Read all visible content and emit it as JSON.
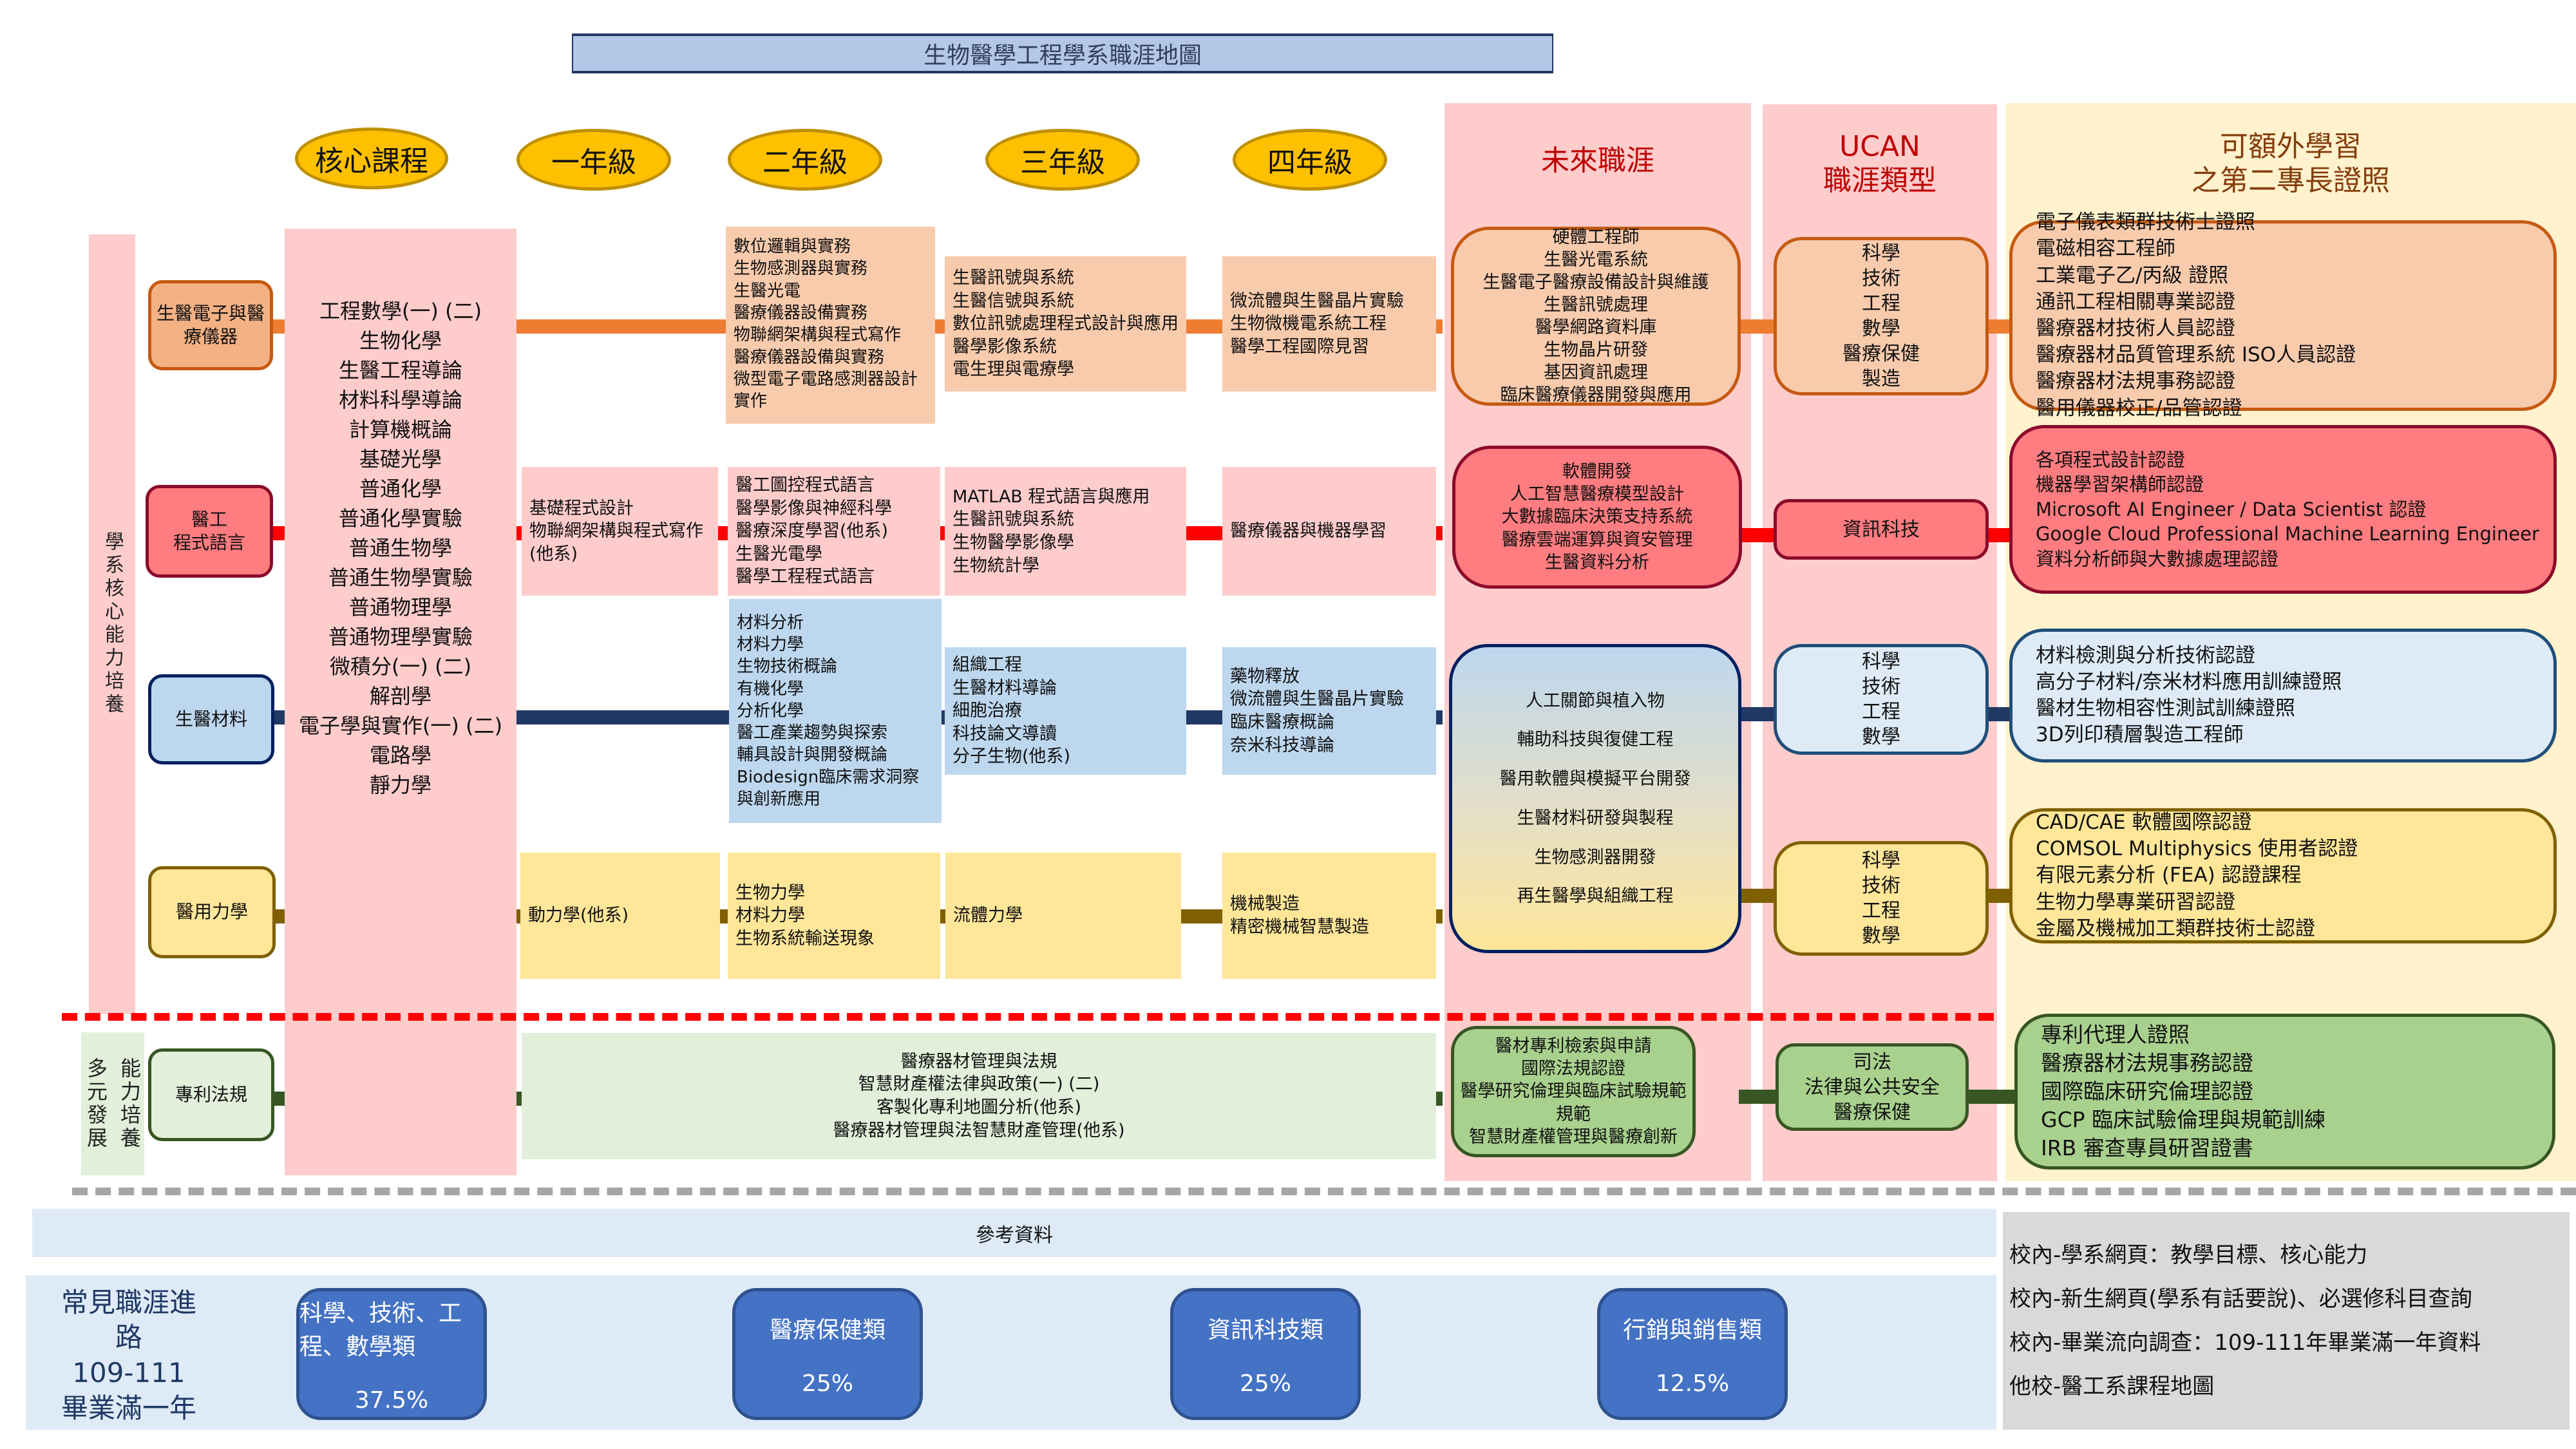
{
  "title": "生物醫學工程學系職涯地圖",
  "headers": {
    "core": "核心課程",
    "year1": "一年級",
    "year2": "二年級",
    "year3": "三年級",
    "year4": "四年級",
    "future_career": "未來職涯",
    "ucan_line1": "UCAN",
    "ucan_line2": "職涯類型",
    "cert_line1": "可額外學習",
    "cert_line2": "之第二專長證照"
  },
  "side_labels": {
    "core_ability": "學系核心能力培養",
    "diverse_col1": "多元發展",
    "diverse_col2": "能力培養"
  },
  "core_courses": [
    "工程數學(一) (二)",
    "生物化學",
    "生醫工程導論",
    "材料科學導論",
    "計算機概論",
    "基礎光學",
    "普通化學",
    "普通化學實驗",
    "普通生物學",
    "普通生物學實驗",
    "普通物理學",
    "普通物理學實驗",
    "微積分(一) (二)",
    "解剖學",
    "電子學與實作(一) (二)",
    "電路學",
    "靜力學"
  ],
  "tracks": [
    {
      "name": "生醫電子與醫療儀器",
      "color": "#ed7d31",
      "year1": [],
      "year2": [
        "數位邏輯與實務",
        "生物感測器與實務",
        "生醫光電",
        "醫療儀器設備實務",
        "物聯網架構與程式寫作",
        "醫療儀器設備與實務",
        "微型電子電路感測器設計實作"
      ],
      "year3": [
        "生醫訊號與系統",
        "生醫信號與系統",
        "數位訊號處理程式設計與應用",
        "醫學影像系統",
        "電生理與電療學"
      ],
      "year4": [
        "微流體與生醫晶片實驗",
        "生物微機電系統工程",
        "醫學工程國際見習"
      ],
      "careers": [
        "硬體工程師",
        "生醫光電系統",
        "生醫電子醫療設備設計與維護",
        "生醫訊號處理",
        "醫學網路資料庫",
        "生物晶片研發",
        "基因資訊處理",
        "臨床醫療儀器開發與應用"
      ],
      "ucan": [
        "科學",
        "技術",
        "工程",
        "數學",
        "醫療保健",
        "製造"
      ],
      "certs": [
        "電子儀表類群技術士證照",
        "電磁相容工程師",
        "工業電子乙/丙級 證照",
        "通訊工程相關專業認證",
        "醫療器材技術人員認證",
        "醫療器材品質管理系統 ISO人員認證",
        "醫療器材法規事務認證",
        "醫用儀器校正/品管認證"
      ]
    },
    {
      "name": "醫工\n程式語言",
      "color": "#ff0000",
      "year1": [
        "基礎程式設計",
        "物聯網架構與程式寫作(他系)"
      ],
      "year2": [
        "醫工圖控程式語言",
        "醫學影像與神經科學",
        "醫療深度學習(他系)",
        "生醫光電學",
        "醫學工程程式語言"
      ],
      "year3": [
        "MATLAB 程式語言與應用",
        "生醫訊號與系統",
        "生物醫學影像學",
        "生物統計學"
      ],
      "year4": [
        "醫療儀器與機器學習"
      ],
      "careers": [
        "軟體開發",
        "人工智慧醫療模型設計",
        "大數據臨床決策支持系統",
        "醫療雲端運算與資安管理",
        "生醫資料分析"
      ],
      "ucan": [
        "資訊科技"
      ],
      "certs": [
        "各項程式設計認證",
        "機器學習架構師認證",
        "Microsoft AI Engineer / Data Scientist 認證",
        "Google Cloud Professional Machine Learning Engineer",
        "資料分析師與大數據處理認證"
      ]
    },
    {
      "name": "生醫材料",
      "color": "#203864",
      "year1": [],
      "year2": [
        "材料分析",
        "材料力學",
        "生物技術概論",
        "有機化學",
        "分析化學",
        "醫工產業趨勢與探索",
        "輔具設計與開發概論",
        "Biodesign臨床需求洞察與創新應用"
      ],
      "year3": [
        "組織工程",
        "生醫材料導論",
        "細胞治療",
        "科技論文導讀",
        "分子生物(他系)"
      ],
      "year4": [
        "藥物釋放",
        "微流體與生醫晶片實驗",
        "臨床醫療概論",
        "奈米科技導論"
      ],
      "ucan": [
        "科學",
        "技術",
        "工程",
        "數學"
      ],
      "certs": [
        "材料檢測與分析技術認證",
        "高分子材料/奈米材料應用訓練證照",
        "醫材生物相容性測試訓練證照",
        "3D列印積層製造工程師"
      ]
    },
    {
      "name": "醫用力學",
      "color": "#7f6000",
      "year1": [
        "動力學(他系)"
      ],
      "year2": [
        "生物力學",
        "材料力學",
        "生物系統輸送現象"
      ],
      "year3": [
        "流體力學"
      ],
      "year4": [
        "機械製造",
        "精密機械智慧製造"
      ],
      "ucan": [
        "科學",
        "技術",
        "工程",
        "數學"
      ],
      "certs": [
        "CAD/CAE 軟體國際認證",
        "COMSOL Multiphysics 使用者認證",
        "有限元素分析 (FEA) 認證課程",
        "生物力學專業研習認證",
        "金屬及機械加工類群技術士認證"
      ]
    },
    {
      "name": "專利法規",
      "color": "#375623",
      "courses": [
        "醫療器材管理與法規",
        "智慧財產權法律與政策(一) (二)",
        "客製化專利地圖分析(他系)",
        "醫療器材管理與法智慧財產管理(他系)"
      ],
      "careers": [
        "醫材專利檢索與申請",
        "國際法規認證",
        "醫學研究倫理與臨床試驗規範規範",
        "智慧財產權管理與醫療創新"
      ],
      "ucan": [
        "司法",
        "法律與公共安全",
        "醫療保健"
      ],
      "certs": [
        "專利代理人證照",
        "醫療器材法規事務認證",
        "國際臨床研究倫理認證",
        "GCP 臨床試驗倫理與規範訓練",
        "IRB 審查專員研習證書"
      ]
    }
  ],
  "shared_careers": [
    "人工關節與植入物",
    "輔助科技與復健工程",
    "醫用軟體與模擬平台開發",
    "生醫材料研發與製程",
    "生物感測器開發",
    "再生醫學與組織工程"
  ],
  "reference_label": "參考資料",
  "career_paths": {
    "label_line1": "常見職涯進路",
    "label_line2": "109-111",
    "label_line3": "畢業滿一年",
    "items": [
      {
        "name": "科學、技術、工程、數學類",
        "percent": "37.5%"
      },
      {
        "name": "醫療保健類",
        "percent": "25%"
      },
      {
        "name": "資訊科技類",
        "percent": "25%"
      },
      {
        "name": "行銷與銷售類",
        "percent": "12.5%"
      }
    ]
  },
  "references": [
    "校內-學系網頁：教學目標、核心能力",
    "校內-新生網頁(學系有話要說)、必選修科目查詢",
    "校內-畢業流向調查：109-111年畢業滿一年資料",
    "他校-醫工系課程地圖"
  ]
}
